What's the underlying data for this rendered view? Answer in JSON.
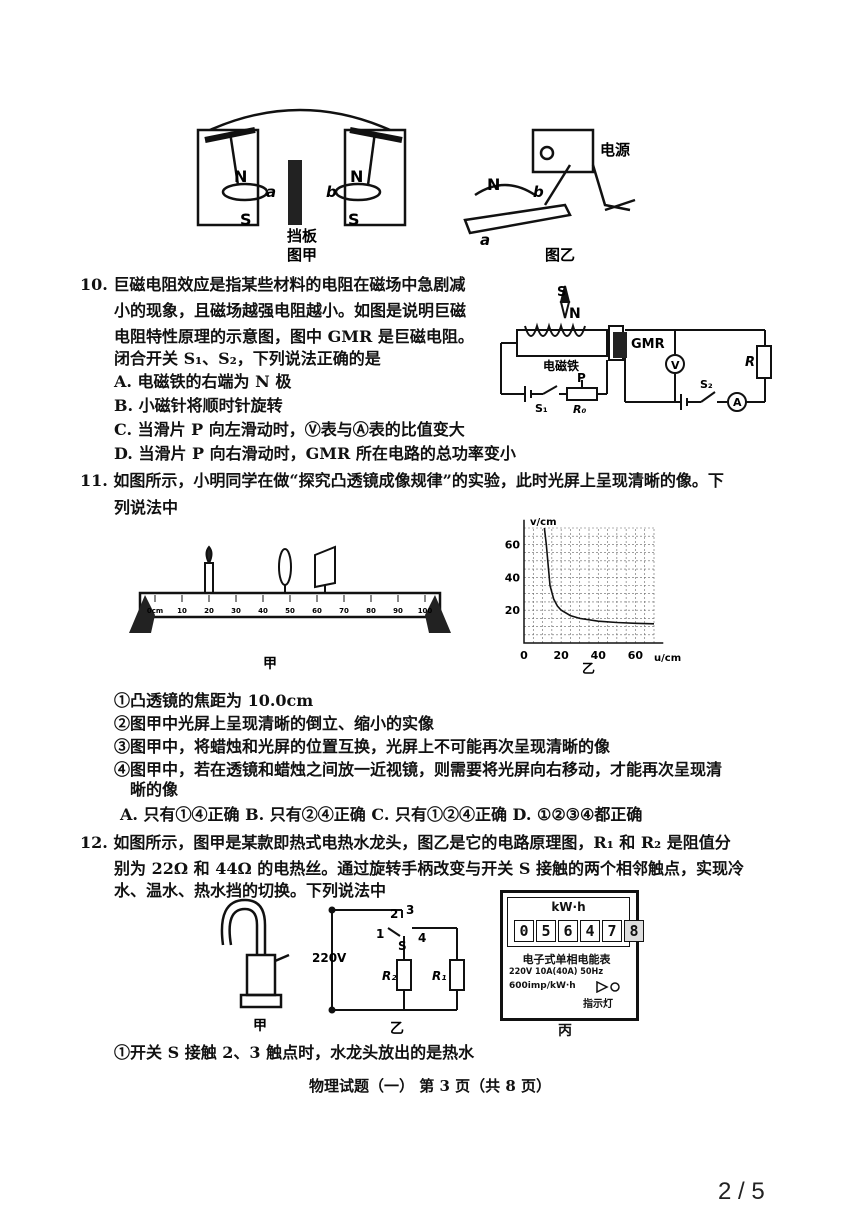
{
  "fig_top": {
    "left_caption_board": "挡板",
    "left_caption": "图甲",
    "right_caption": "图乙",
    "power_label": "电源",
    "labels": {
      "n1": "N",
      "s1": "S",
      "a1": "a",
      "b1": "b",
      "n2": "N",
      "s2": "S",
      "n3": "N",
      "b3": "b",
      "a3": "a"
    }
  },
  "q10": {
    "lines": [
      "10. 巨磁电阻效应是指某些材料的电阻在磁场中急剧减",
      "小的现象，且磁场越强电阻越小。如图是说明巨磁",
      "电阻特性原理的示意图，图中 GMR 是巨磁电阻。",
      "闭合开关 S₁、S₂，下列说法正确的是"
    ],
    "options": [
      "A. 电磁铁的右端为 N 极",
      "B. 小磁针将顺时针旋转",
      "C. 当滑片 P 向左滑动时，Ⓥ表与Ⓐ表的比值变大",
      "D. 当滑片 P 向右滑动时，GMR 所在电路的总功率变小"
    ],
    "fig": {
      "s": "S",
      "n": "N",
      "gmr": "GMR",
      "v": "V",
      "r": "R",
      "em": "电磁铁",
      "p": "P",
      "s1": "S₁",
      "r0": "R₀",
      "s2": "S₂",
      "a": "A"
    }
  },
  "q11": {
    "lines": [
      "11. 如图所示，小明同学在做“探究凸透镜成像规律”的实验，此时光屏上呈现清晰的像。下",
      "列说法中"
    ],
    "fig_jia": "甲",
    "fig_yi": "乙",
    "ruler_ticks": [
      "0cm",
      "10",
      "20",
      "30",
      "40",
      "50",
      "60",
      "70",
      "80",
      "90",
      "100"
    ],
    "statements": [
      "①凸透镜的焦距为 10.0cm",
      "②图甲中光屏上呈现清晰的倒立、缩小的实像",
      "③图甲中，将蜡烛和光屏的位置互换，光屏上不可能再次呈现清晰的像",
      "④图甲中，若在透镜和蜡烛之间放一近视镜，则需要将光屏向右移动，才能再次呈现清",
      "晰的像"
    ],
    "options": "A. 只有①④正确   B. 只有②④正确   C. 只有①②④正确   D. ①②③④都正确"
  },
  "chart_data": {
    "type": "line",
    "xlabel": "u/cm",
    "ylabel": "v/cm",
    "x_ticks": [
      "0",
      "20",
      "40",
      "60"
    ],
    "y_ticks": [
      "20",
      "40",
      "60"
    ],
    "xlim": [
      0,
      70
    ],
    "ylim": [
      0,
      70
    ],
    "grid": true,
    "series": [
      {
        "x": [
          11,
          12,
          14,
          16,
          18,
          20,
          25,
          30,
          40,
          50,
          60,
          70
        ],
        "y": [
          110,
          60,
          35,
          26.7,
          22.5,
          20,
          16.7,
          15,
          13.3,
          12.5,
          12,
          11.7
        ]
      }
    ]
  },
  "q12": {
    "lines": [
      "12. 如图所示，图甲是某款即热式电热水龙头，图乙是它的电路原理图，R₁ 和 R₂ 是阻值分",
      "别为 22Ω 和 44Ω 的电热丝。通过旋转手柄改变与开关 S 接触的两个相邻触点，实现冷",
      "水、温水、热水挡的切换。下列说法中"
    ],
    "fig_jia": "甲",
    "fig_yi": "乙",
    "fig_bing": "丙",
    "circuit": {
      "voltage": "220V",
      "c1": "1",
      "c2": "2",
      "c3": "3",
      "c4": "4",
      "s": "S",
      "r2": "R₂",
      "r1": "R₁"
    },
    "meter": {
      "unit": "kW·h",
      "digits": [
        "0",
        "5",
        "6",
        "4",
        "7",
        "8"
      ],
      "name": "电子式单相电能表",
      "spec1": "220V 10A(40A) 50Hz",
      "spec2": "600imp/kW·h",
      "indicator": "指示灯"
    },
    "statement1": "①开关 S 接触 2、3 触点时，水龙头放出的是热水"
  },
  "footer": "物理试题（一）  第 3 页（共 8 页）",
  "page_indicator": "2 / 5"
}
